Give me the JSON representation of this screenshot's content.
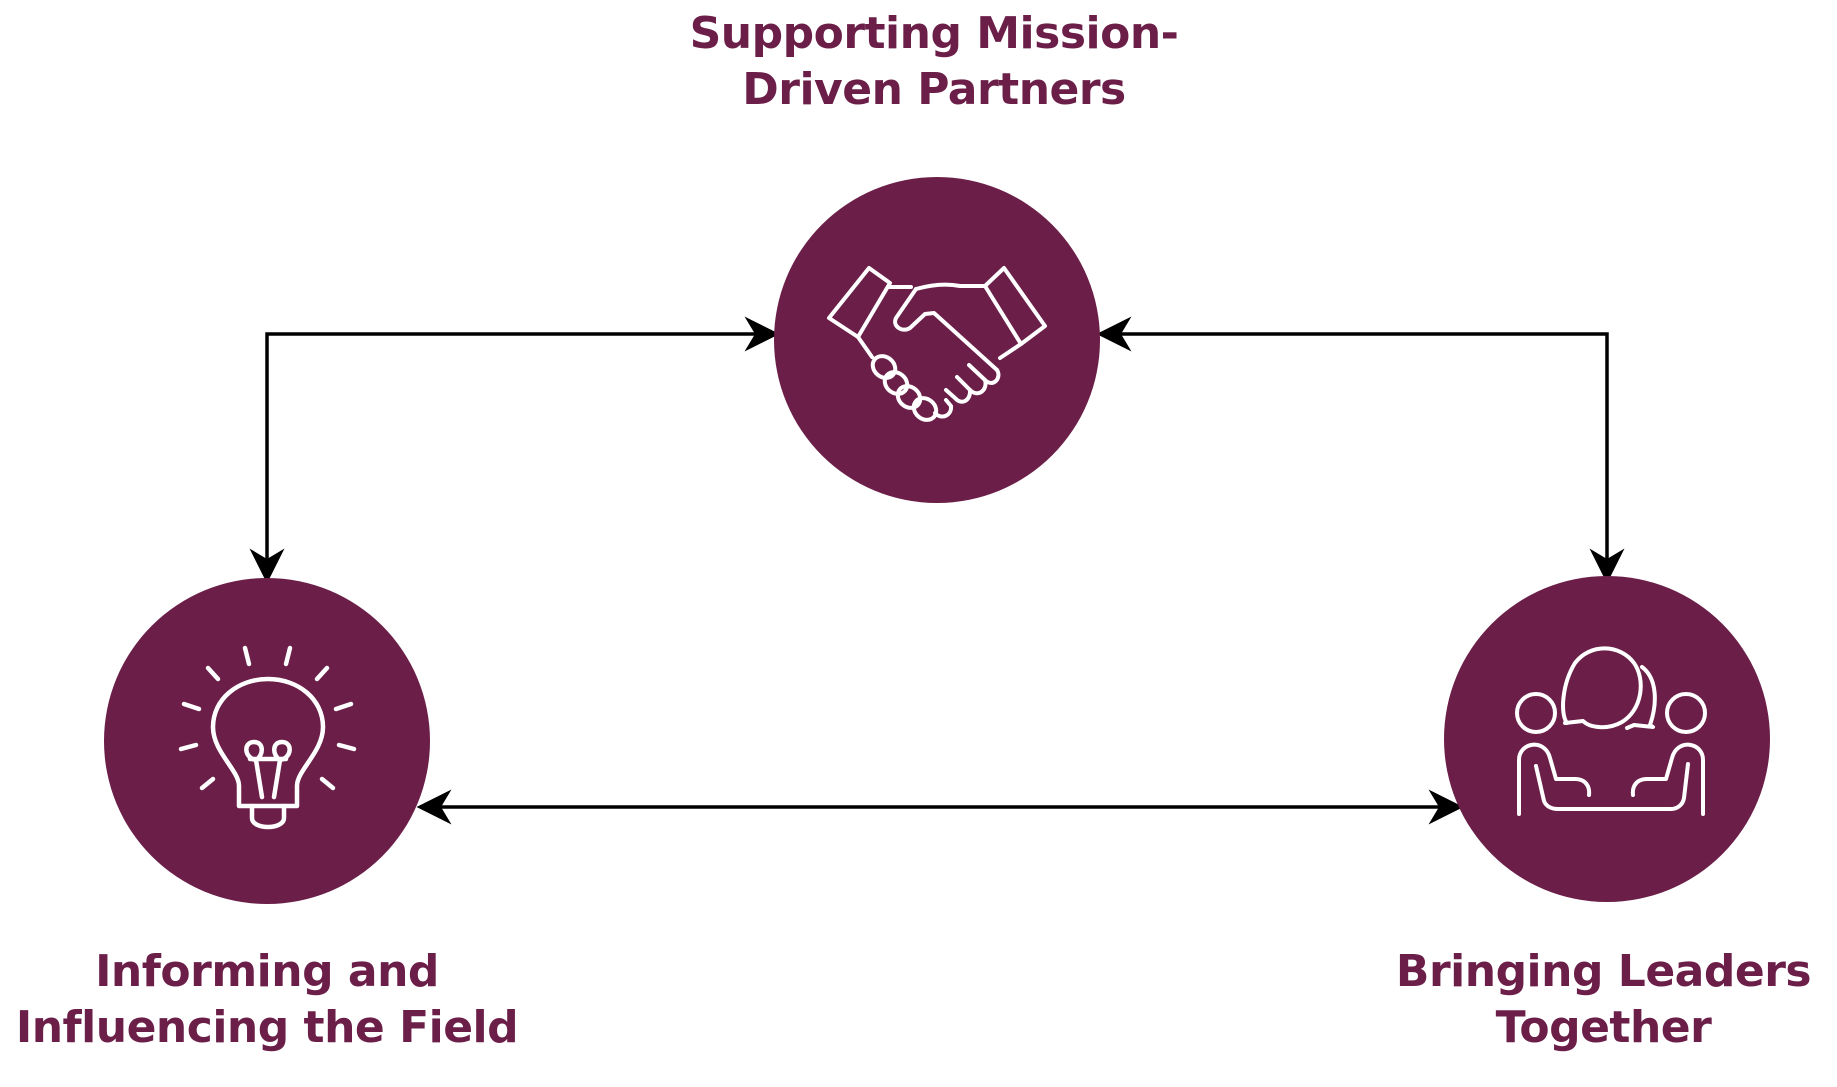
{
  "diagram": {
    "title": "Three-part cycle of activities",
    "accent_color": "#6b1e48",
    "arrow_color": "#000000",
    "icon_color": "#ffffff",
    "nodes": [
      {
        "id": "top",
        "icon": "handshake-icon",
        "label_lines": [
          "Supporting Mission-",
          "Driven Partners"
        ]
      },
      {
        "id": "left",
        "icon": "lightbulb-icon",
        "label_lines": [
          "Informing and",
          "Influencing the Field"
        ]
      },
      {
        "id": "right",
        "icon": "meeting-conversation-icon",
        "label_lines": [
          "Bringing Leaders",
          "Together"
        ]
      }
    ],
    "connections": [
      {
        "from": "left",
        "to": "top",
        "direction": "bidirectional"
      },
      {
        "from": "top",
        "to": "right",
        "direction": "bidirectional"
      },
      {
        "from": "left",
        "to": "right",
        "direction": "bidirectional"
      }
    ]
  }
}
